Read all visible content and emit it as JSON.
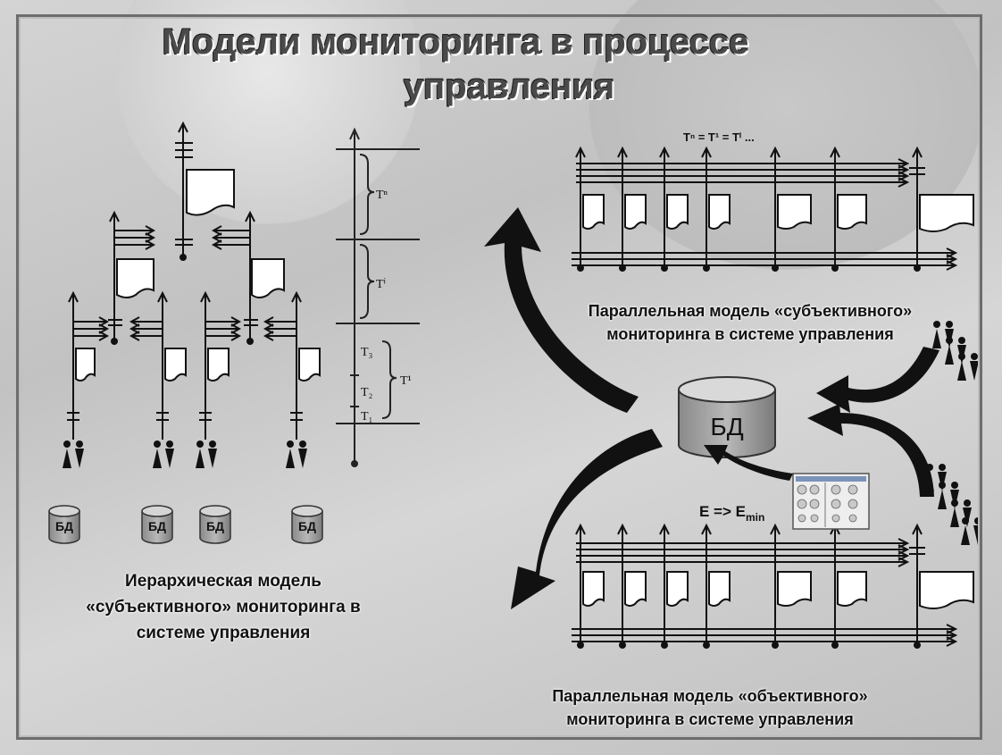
{
  "slide": {
    "title_line1": "Модели мониторинга в процессе",
    "title_line2": "управления"
  },
  "hierarchical": {
    "caption_line1": "Иерархическая модель",
    "caption_line2": "«субъективного» мониторинга в",
    "caption_line3": "системе управления",
    "db_label": "БД"
  },
  "timeline": {
    "label_tn": "Tⁿ",
    "label_ti": "Tⁱ",
    "label_t1": "T¹",
    "label_t3": "T₃",
    "label_t2": "T₂",
    "label_t1_small": "T₁"
  },
  "parallel_subjective": {
    "formula": "Tⁿ =  T¹ = Tⁱ ...",
    "caption_line1": "Параллельная модель «субъективного»",
    "caption_line2": "мониторинга в системе управления"
  },
  "central_db": {
    "label": "БД"
  },
  "parallel_objective": {
    "formula": "E =>  E",
    "formula_sub": "min",
    "caption_line1": "Параллельная модель «объективного»",
    "caption_line2": "мониторинга в системе управления"
  }
}
